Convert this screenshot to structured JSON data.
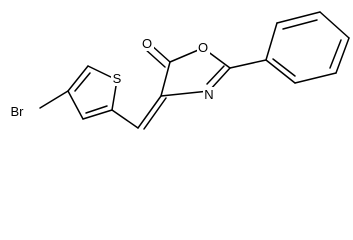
{
  "structure": {
    "atoms": {
      "bromine": "Br",
      "sulfur": "S",
      "ring_oxygen": "O",
      "ring_nitrogen": "N",
      "carbonyl_oxygen": "O"
    },
    "colors": {
      "bond": "#000000",
      "label": "#000000",
      "background": "#ffffff"
    }
  }
}
